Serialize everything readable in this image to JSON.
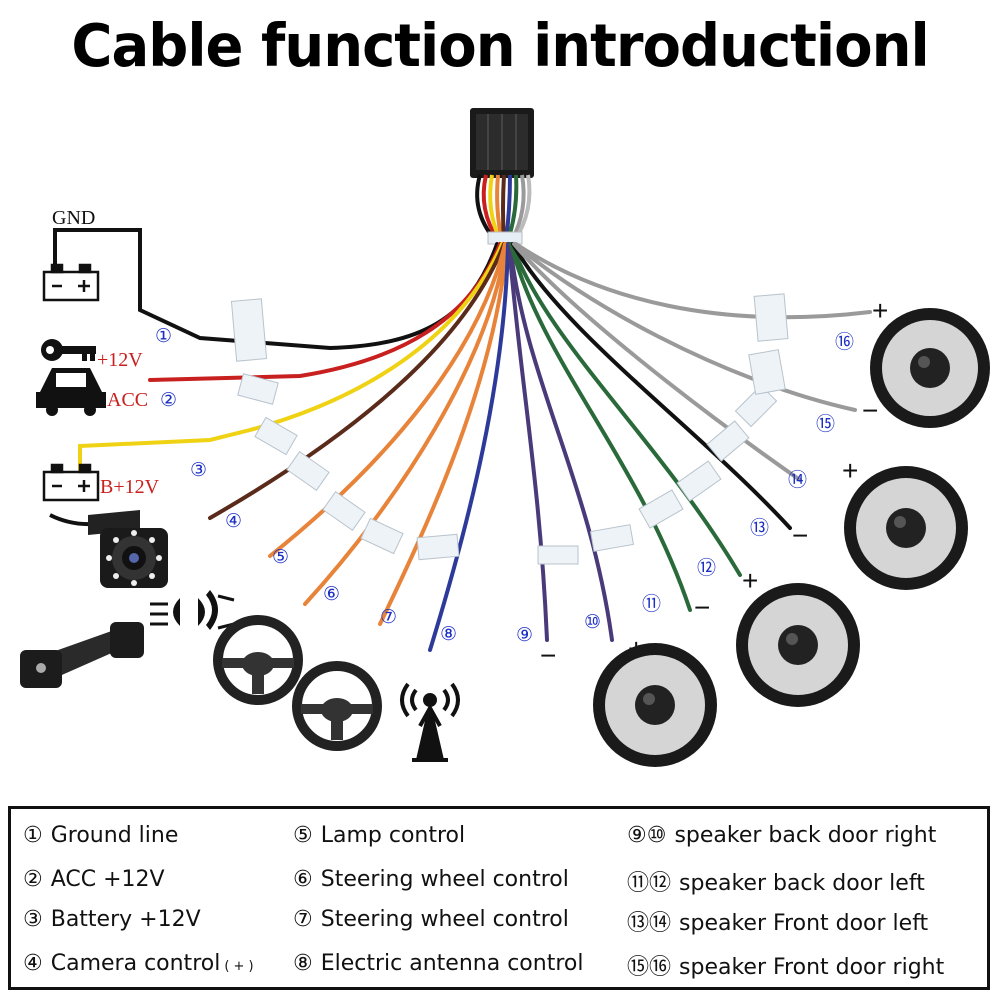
{
  "title": "Cable function introductionl",
  "annotations": {
    "gnd": "GND",
    "acc_voltage": "+12V",
    "acc": "ACC",
    "battery": "B+12V"
  },
  "wire_numbers": [
    "①",
    "②",
    "③",
    "④",
    "⑤",
    "⑥",
    "⑦",
    "⑧",
    "⑨",
    "⑩",
    "⑪",
    "⑫",
    "⑬",
    "⑭",
    "⑮",
    "⑯"
  ],
  "polarity": {
    "plus": "+",
    "minus": "−"
  },
  "legend": [
    {
      "num": "①",
      "text": "Ground line"
    },
    {
      "num": "②",
      "text": "ACC +12V"
    },
    {
      "num": "③",
      "text": "Battery +12V"
    },
    {
      "num": "④",
      "text": "Camera control",
      "suffix": "( + )"
    },
    {
      "num": "⑤",
      "text": "Lamp control"
    },
    {
      "num": "⑥",
      "text": "Steering wheel control"
    },
    {
      "num": "⑦",
      "text": "Steering wheel control"
    },
    {
      "num": "⑧",
      "text": "Electric antenna control"
    },
    {
      "num": "⑨⑩",
      "text": "speaker back door right"
    },
    {
      "num": "⑪⑫",
      "text": "speaker back door left"
    },
    {
      "num": "⑬⑭",
      "text": "speaker Front door left"
    },
    {
      "num": "⑮⑯",
      "text": "speaker Front door right"
    }
  ],
  "colors": {
    "black": "#111111",
    "red": "#c8201e",
    "yellow": "#f0d214",
    "brown": "#5a2a1a",
    "orange": "#e8833a",
    "blue": "#2e3a9a",
    "purple": "#4a3a7a",
    "green": "#2a6a3a",
    "gray": "#9a9a9a",
    "label": "#1c2fc4"
  }
}
